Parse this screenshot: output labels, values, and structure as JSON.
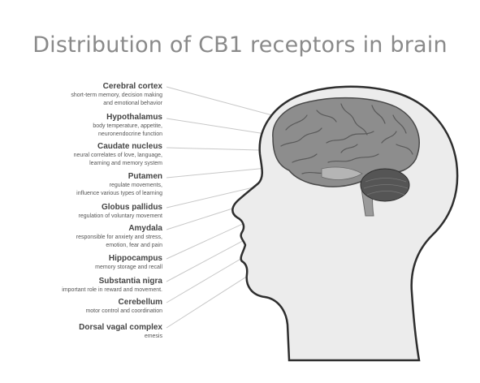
{
  "title": "Distribution of CB1 receptors in brain",
  "colors": {
    "head_fill": "#ececec",
    "head_stroke": "#2e2e2e",
    "brain": "#8d8d8d",
    "brain_light": "#b5b5b5",
    "cerebellum": "#555555",
    "leader_line": "#c8c8c8"
  },
  "regions": [
    {
      "name": "Cerebral cortex",
      "desc": "short-term memory, decision making\nand emotional behavior"
    },
    {
      "name": "Hypothalamus",
      "desc": "body temperature, appetite,\nneuronendocrine function"
    },
    {
      "name": "Caudate nucleus",
      "desc": "neural correlates of love, language,\nlearning and memory system"
    },
    {
      "name": "Putamen",
      "desc": "regulate movements,\ninfluence various types of learning"
    },
    {
      "name": "Globus pallidus",
      "desc": "regulation of voluntary movement"
    },
    {
      "name": "Amydala",
      "desc": "responsible for anxiety and stress,\nemotion, fear and pain"
    },
    {
      "name": "Hippocampus",
      "desc": "memory storage and recall"
    },
    {
      "name": "Substantia nigra",
      "desc": "important role in reward and movement."
    },
    {
      "name": "Cerebellum",
      "desc": "motor control and coordination"
    },
    {
      "name": "Dorsal vagal complex",
      "desc": "emesis"
    }
  ]
}
